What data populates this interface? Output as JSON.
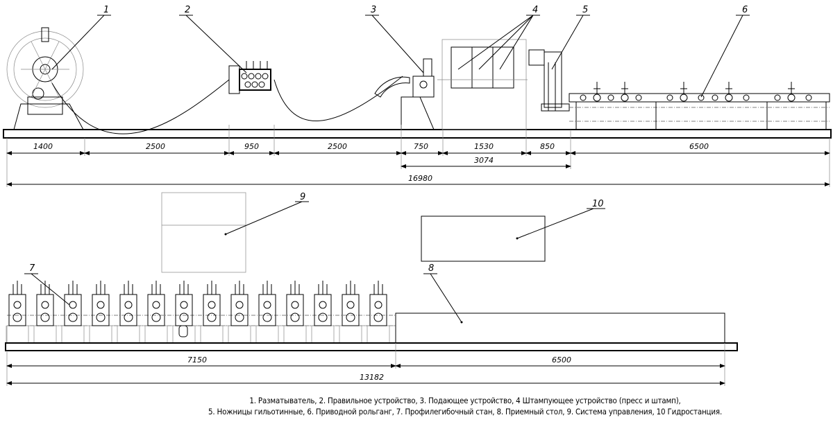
{
  "callouts": {
    "c1": "1",
    "c2": "2",
    "c3": "3",
    "c4": "4",
    "c5": "5",
    "c6": "6",
    "c7": "7",
    "c8": "8",
    "c9": "9",
    "c10": "10"
  },
  "top_dimensions": {
    "d1": "1400",
    "d2": "2500",
    "d3": "950",
    "d4": "2500",
    "d5": "750",
    "d6": "1530",
    "d7": "850",
    "d8": "6500",
    "sub_total": "3074",
    "total": "16980"
  },
  "bottom_dimensions": {
    "d1": "7150",
    "d2": "6500",
    "total": "13182"
  },
  "caption": {
    "line1": "1. Разматыватель, 2. Правильное устройство, 3. Подающее устройство, 4 Штампующее устройство (пресс и штамп),",
    "line2": "5. Ножницы гильотинные, 6. Приводной рольганг, 7. Профилегибочный стан, 8. Приемный стол, 9. Система управления, 10 Гидростанция."
  },
  "mill_stand_count": 14
}
